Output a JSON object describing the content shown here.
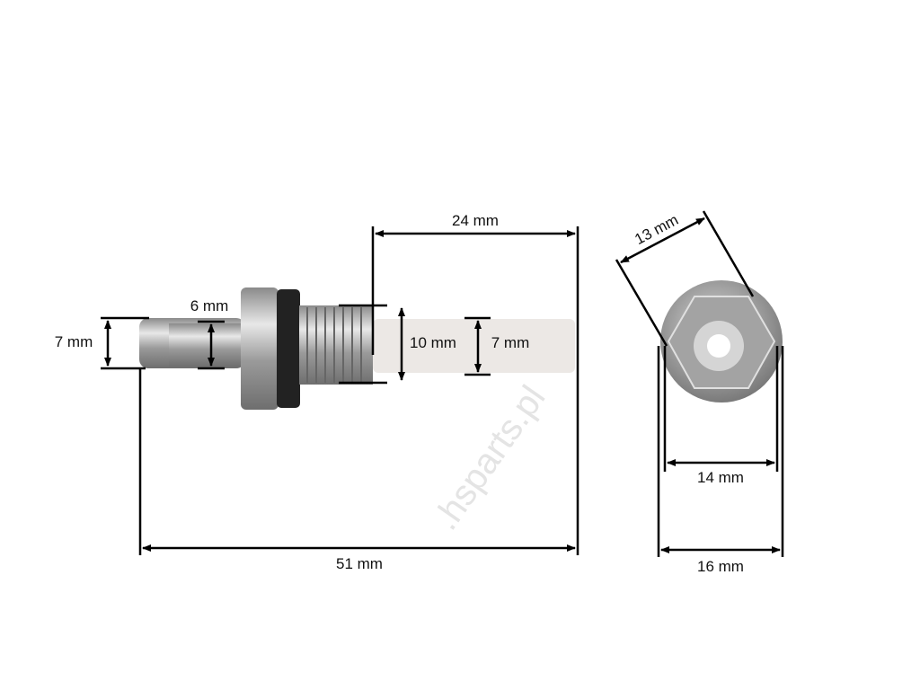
{
  "watermark": ".hsparts.pl",
  "side_view": {
    "total_length": "51 mm",
    "filter_length": "24 mm",
    "nipple_tip_diameter": "7 mm",
    "nipple_diameter": "6 mm",
    "thread_diameter": "10 mm",
    "filter_diameter": "7 mm"
  },
  "end_view": {
    "hex_across_flats": "13 mm",
    "hex_across_corners": "14 mm",
    "flange_diameter": "16 mm"
  },
  "colors": {
    "line": "#000000",
    "metal": "#b9b9b9",
    "filter": "#ece8e5",
    "washer": "#222222"
  }
}
